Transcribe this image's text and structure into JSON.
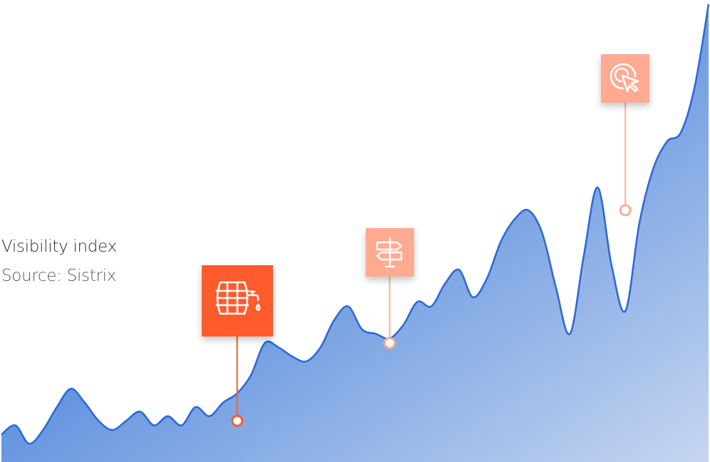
{
  "caption": {
    "title": "Visibility index",
    "source": "Source: Sistrix"
  },
  "colors": {
    "line": "#2f6ad3",
    "fill_top": "#4f86dc",
    "fill_bottom": "#c6d6f0",
    "marker_primary": "#ff5b2c",
    "marker_secondary": "#ffab91"
  },
  "chart_data": {
    "type": "area",
    "title": "Visibility index",
    "subtitle": "Source: Sistrix",
    "xlabel": "",
    "ylabel": "",
    "grid": false,
    "legend": "none",
    "ylim": [
      0,
      100
    ],
    "series": [
      {
        "values": [
          6,
          8,
          4,
          7,
          12,
          16,
          13,
          9,
          7,
          9,
          11,
          8,
          10,
          8,
          12,
          10,
          13,
          15,
          19,
          26,
          25,
          23,
          22,
          25,
          31,
          34,
          29,
          28,
          27,
          30,
          35,
          34,
          39,
          42,
          36,
          40,
          48,
          53,
          55,
          50,
          38,
          28,
          45,
          60,
          43,
          33,
          52,
          64,
          70,
          72,
          82,
          100
        ]
      }
    ],
    "annotations": [
      {
        "icon": "barrel-icon",
        "index": 17,
        "value": 9,
        "color": "#ff5b2c"
      },
      {
        "icon": "signpost-icon",
        "index": 28,
        "value": 26,
        "color": "#ffab91"
      },
      {
        "icon": "cursor-click-icon",
        "index": 45,
        "value": 55,
        "color": "#ffab91"
      }
    ]
  }
}
